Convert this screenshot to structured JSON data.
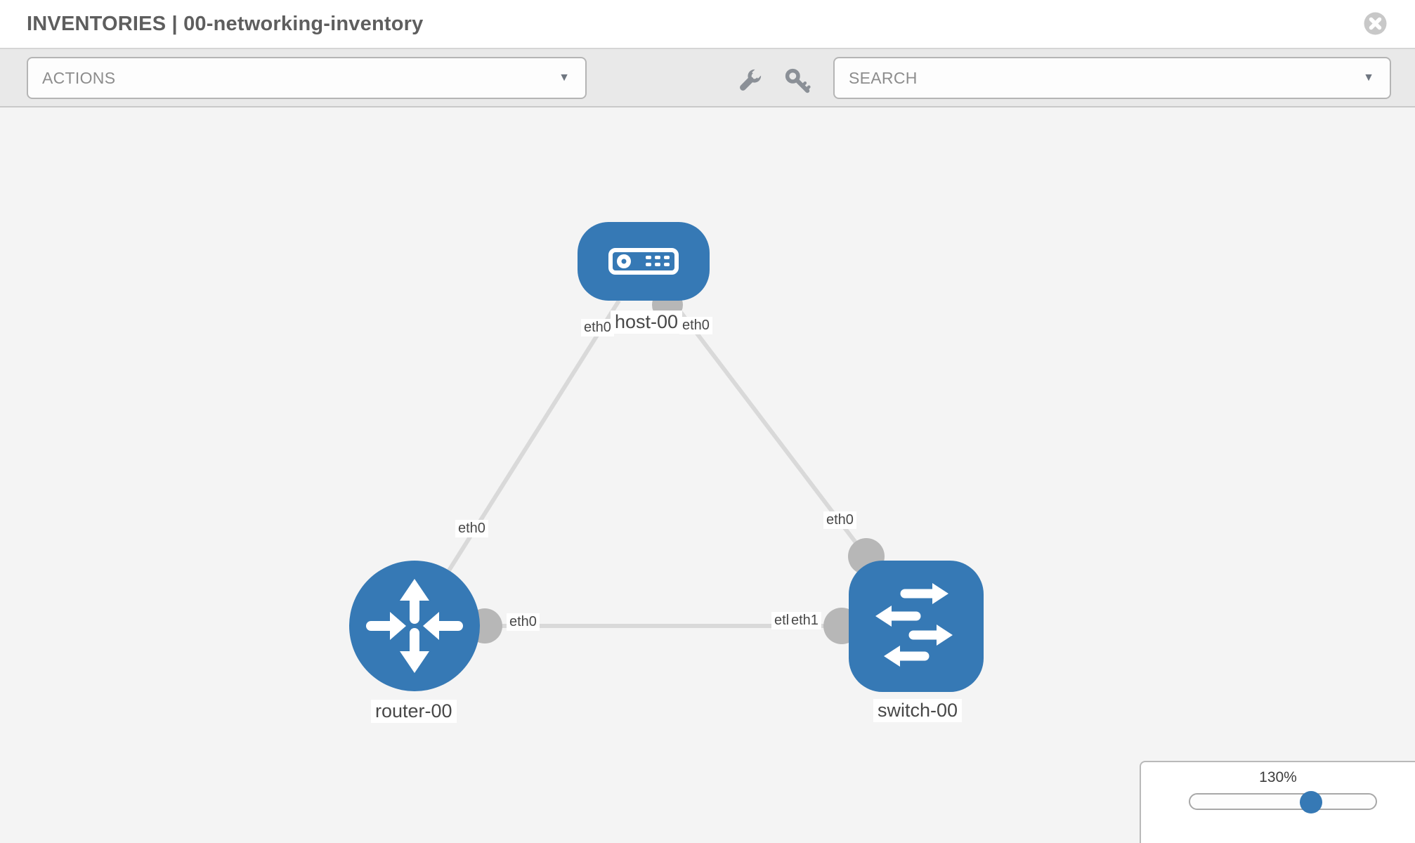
{
  "header": {
    "title": "INVENTORIES | 00-networking-inventory"
  },
  "toolbar": {
    "actions": {
      "label": "ACTIONS"
    },
    "search": {
      "label": "SEARCH"
    },
    "tool_icons": [
      "wrench-icon",
      "key-icon"
    ]
  },
  "topology": {
    "nodes": [
      {
        "id": "host-00",
        "type": "host",
        "label": "host-00"
      },
      {
        "id": "router-00",
        "type": "router",
        "label": "router-00"
      },
      {
        "id": "switch-00",
        "type": "switch",
        "label": "switch-00"
      }
    ],
    "links": [
      {
        "from": "host-00",
        "from_iface": "eth0",
        "to": "router-00",
        "to_iface": "eth0"
      },
      {
        "from": "host-00",
        "from_iface": "eth0",
        "to": "switch-00",
        "to_iface": "eth0"
      },
      {
        "from": "router-00",
        "from_iface": "eth0",
        "to": "switch-00",
        "to_iface": "eth1",
        "to_iface_overlapped": "eth0"
      }
    ]
  },
  "zoom_control": {
    "level": "130%"
  },
  "icons": {
    "close": "close-icon",
    "caret": "▼",
    "minus": "minus-icon",
    "plus": "plus-icon"
  },
  "colors": {
    "node_blue": "#3679b5",
    "link_gray": "#d9d9d9",
    "connector_gray": "#b7b7b7",
    "toolbar_bg": "#e9e9e9",
    "canvas_bg": "#f4f4f4"
  }
}
